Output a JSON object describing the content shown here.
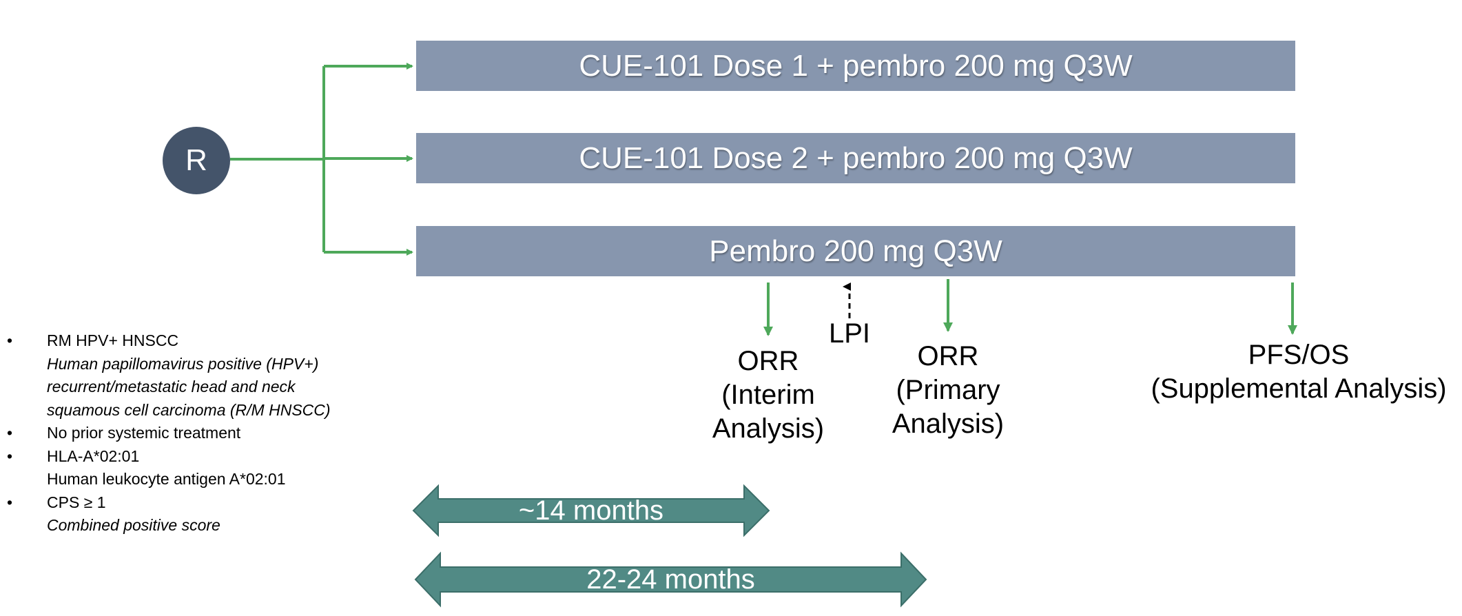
{
  "randomization_label": "R",
  "arms": [
    "CUE-101 Dose 1 + pembro 200 mg Q3W",
    "CUE-101 Dose 2 + pembro 200 mg Q3W",
    "Pembro 200 mg Q3W"
  ],
  "milestones": {
    "lpi": "LPI",
    "interim": [
      "ORR",
      "(Interim",
      "Analysis)"
    ],
    "primary": [
      "ORR",
      "(Primary",
      "Analysis)"
    ],
    "supplemental": [
      "PFS/OS",
      "(Supplemental Analysis)"
    ]
  },
  "eligibility": [
    {
      "bullet": "•",
      "main": "RM HPV+ HNSCC",
      "sub": [
        "Human papillomavirus positive (HPV+)",
        "recurrent/metastatic head and neck",
        "squamous cell carcinoma (R/M HNSCC)"
      ],
      "sub_italic": true
    },
    {
      "bullet": "•",
      "main": "No prior systemic treatment",
      "sub": [],
      "sub_italic": false
    },
    {
      "bullet": "•",
      "main": "HLA-A*02:01",
      "sub": [
        "Human leukocyte antigen A*02:01"
      ],
      "sub_italic": false
    },
    {
      "bullet": "•",
      "main": "CPS ≥ 1",
      "sub": [
        "Combined positive score"
      ],
      "sub_italic": true
    }
  ],
  "durations": [
    "~14 months",
    "22-24 months"
  ],
  "colors": {
    "arm_bar": "#8796ae",
    "r_circle": "#44546a",
    "arrow": "#4ea85a",
    "duration_arrow": "#518a85",
    "duration_border": "#3b6e69"
  }
}
